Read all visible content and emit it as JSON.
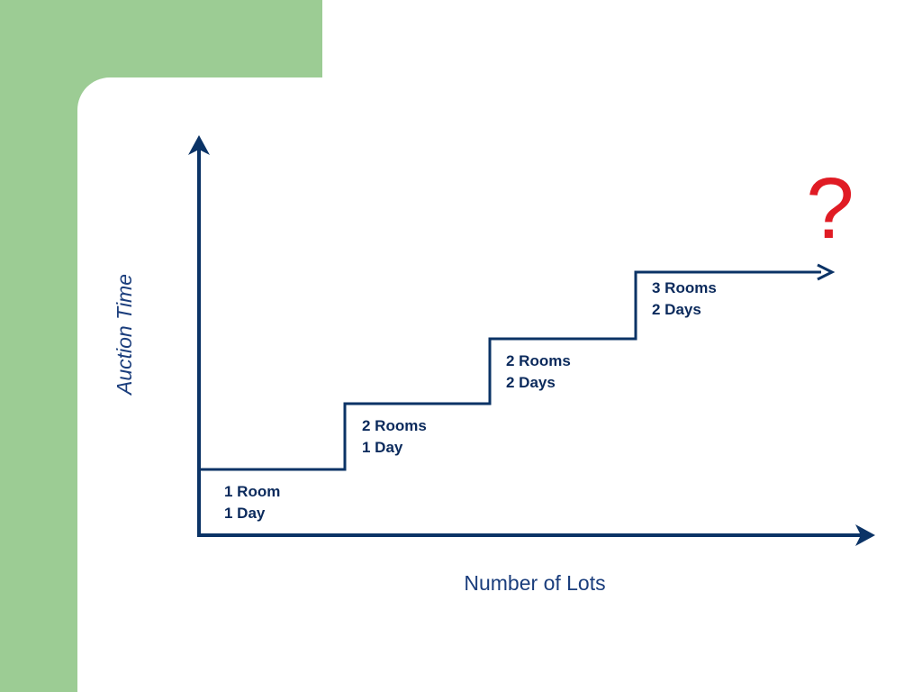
{
  "diagram": {
    "y_axis_title": "Auction Time",
    "x_axis_title": "Number of Lots",
    "question_mark": "?",
    "steps": [
      {
        "rooms": "1 Room",
        "days": "1 Day"
      },
      {
        "rooms": "2 Rooms",
        "days": "1 Day"
      },
      {
        "rooms": "2 Rooms",
        "days": "2 Days"
      },
      {
        "rooms": "3 Rooms",
        "days": "2 Days"
      }
    ]
  },
  "colors": {
    "line": "#0b3366",
    "question_mark": "#e01b24",
    "background_band": "#9ccc94"
  }
}
